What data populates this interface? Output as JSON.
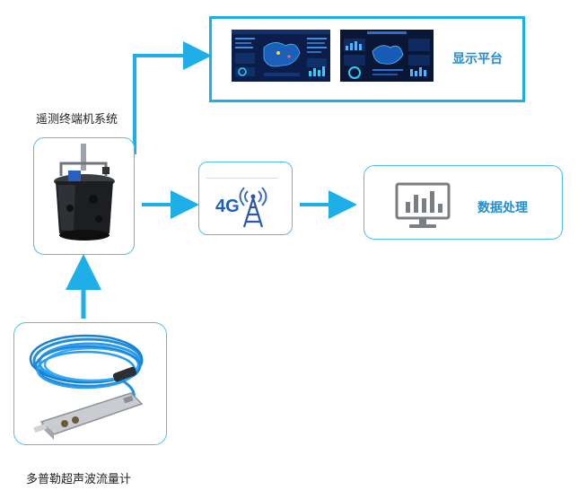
{
  "nodes": {
    "display_platform": {
      "label": "显示平台"
    },
    "rtu_system": {
      "label": "遥测终端机系统"
    },
    "network": {
      "label": "4G"
    },
    "data_processing": {
      "label": "数据处理"
    },
    "flowmeter": {
      "label": "多普勒超声波流量计"
    }
  },
  "colors": {
    "accent": "#1eaee8",
    "box_border": "#4cc0ec",
    "label_blue": "#1e8fd8"
  },
  "icons": {
    "dashboard_1": "dashboard-screen-icon",
    "dashboard_2": "dashboard-screen-icon",
    "rtu_device": "rtu-device-icon",
    "tower": "cell-tower-icon",
    "monitor": "monitor-chart-icon",
    "flowmeter": "flowmeter-cable-icon"
  }
}
